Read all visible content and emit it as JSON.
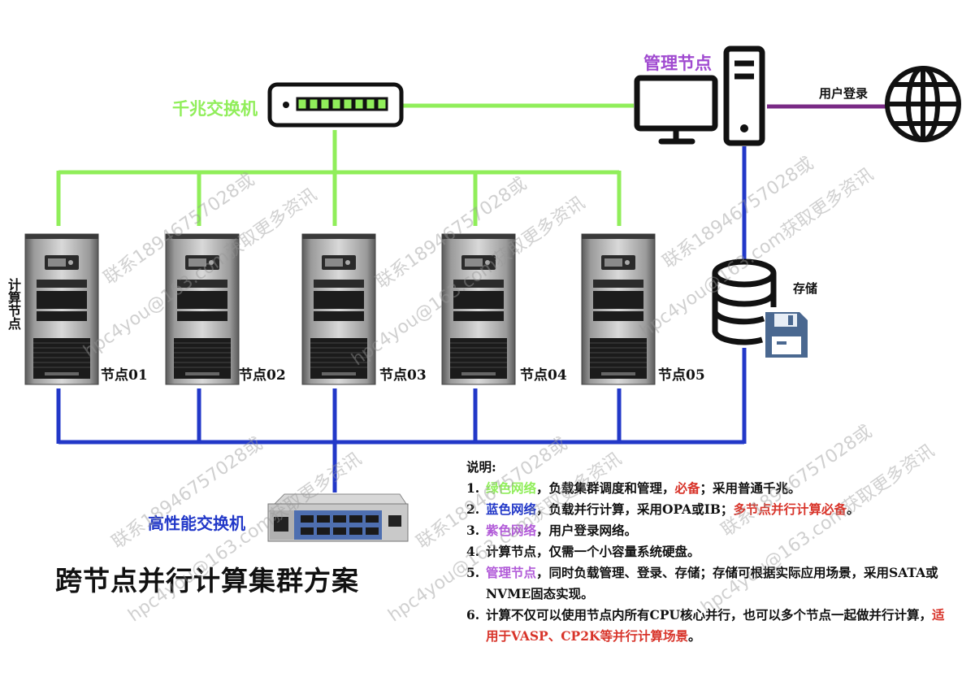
{
  "title": "跨节点并行计算集群方案",
  "gigabit_switch": {
    "label": "千兆交换机"
  },
  "management_node": {
    "label": "管理节点"
  },
  "user_login": {
    "label": "用户登录"
  },
  "storage": {
    "label": "存储"
  },
  "compute_nodes": {
    "group_label": "计算节点",
    "nodes": [
      "节点01",
      "节点02",
      "节点03",
      "节点04",
      "节点05"
    ]
  },
  "hpc_switch": {
    "label": "高性能交换机"
  },
  "notes": {
    "title": "说明:",
    "items": [
      {
        "num": "1.",
        "parts": [
          {
            "t": "绿色网络",
            "c": "green"
          },
          {
            "t": "，负载集群调度和管理，"
          },
          {
            "t": "必备",
            "c": "red"
          },
          {
            "t": "；采用普通千兆。"
          }
        ]
      },
      {
        "num": "2.",
        "parts": [
          {
            "t": "蓝色网络",
            "c": "blue"
          },
          {
            "t": "，负载并行计算，采用OPA或IB；"
          },
          {
            "t": "多节点并行计算必备",
            "c": "red"
          },
          {
            "t": "。"
          }
        ]
      },
      {
        "num": "3.",
        "parts": [
          {
            "t": "紫色网络",
            "c": "purple"
          },
          {
            "t": "，用户登录网络。"
          }
        ]
      },
      {
        "num": "4.",
        "parts": [
          {
            "t": "计算节点，仅需一个小容量系统硬盘。"
          }
        ]
      },
      {
        "num": "5.",
        "parts": [
          {
            "t": "管理节点",
            "c": "purple"
          },
          {
            "t": "，同时负载管理、登录、存储；存储可根据实际应用场景，采用SATA或NVME固态实现。"
          }
        ]
      },
      {
        "num": "6.",
        "parts": [
          {
            "t": "计算不仅可以使用节点内所有CPU核心并行，也可以多个节点一起做并行计算，"
          },
          {
            "t": "适用于VASP、CP2K等并行计算场景",
            "c": "red"
          },
          {
            "t": "。"
          }
        ]
      }
    ]
  },
  "watermark": {
    "line1": "联系18946757028或",
    "line2": "hpc4you@163.com获取更多资讯"
  },
  "colors": {
    "green_net": "#90ee5a",
    "blue_net": "#2238c8",
    "purple_net": "#7a2a86",
    "highlight_red": "#d8342a"
  },
  "icons": {
    "gigabit_switch": "network-switch-icon",
    "management_node": "desktop-computer-icon",
    "user_login": "globe-icon",
    "storage": "database-floppy-icon",
    "compute_node": "tower-server-icon",
    "hpc_switch": "rack-switch-icon"
  }
}
